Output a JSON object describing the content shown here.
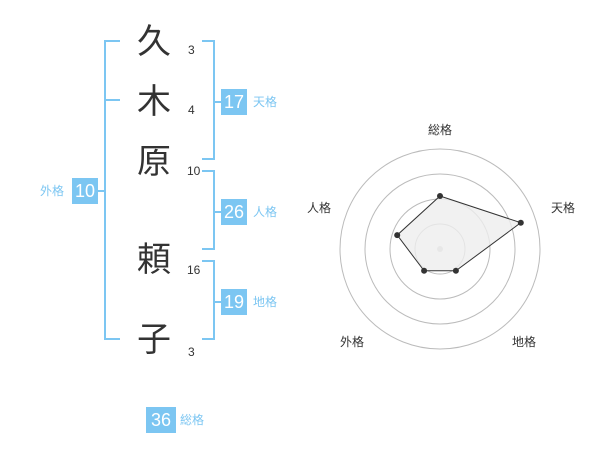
{
  "name": {
    "characters": [
      {
        "char": "久",
        "strokes": "3"
      },
      {
        "char": "木",
        "strokes": "4"
      },
      {
        "char": "原",
        "strokes": "10"
      },
      {
        "char": "頼",
        "strokes": "16"
      },
      {
        "char": "子",
        "strokes": "3"
      }
    ]
  },
  "fortune": {
    "tenkaku": {
      "value": "17",
      "label": "天格"
    },
    "jinkaku": {
      "value": "26",
      "label": "人格"
    },
    "chikaku": {
      "value": "19",
      "label": "地格"
    },
    "gaikaku": {
      "value": "10",
      "label": "外格"
    },
    "soukaku": {
      "value": "36",
      "label": "総格"
    }
  },
  "chart_data": {
    "type": "radar",
    "axes": [
      "総格",
      "天格",
      "地格",
      "外格",
      "人格"
    ],
    "values": [
      0.53,
      0.85,
      0.27,
      0.27,
      0.45
    ],
    "max": 1,
    "rings": 4,
    "colors": {
      "grid": "#bbbbbb",
      "fill": "#eeeeee",
      "line": "#333333",
      "point": "#333333",
      "accent": "#7cc6f2"
    }
  }
}
